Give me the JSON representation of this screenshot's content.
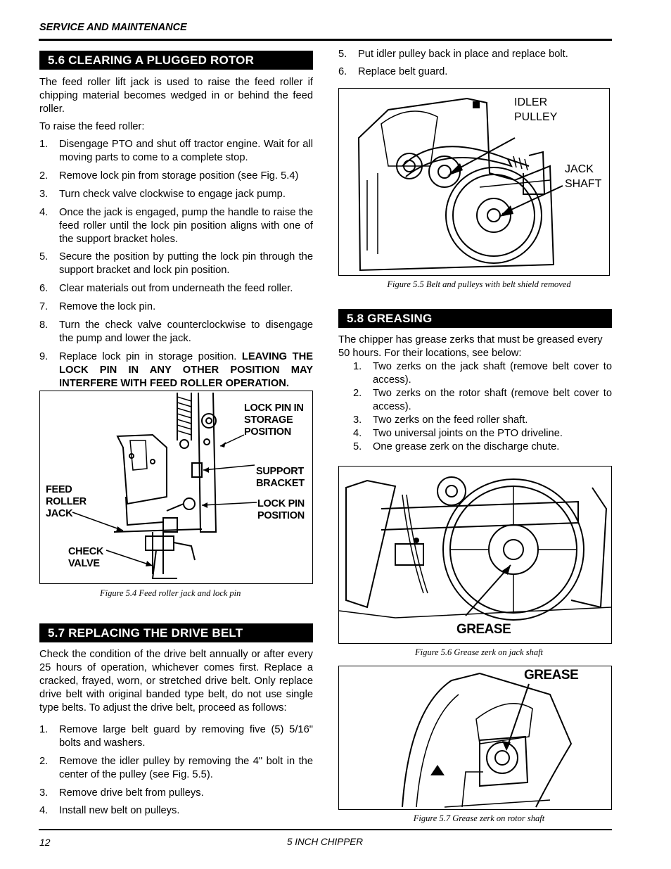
{
  "header": {
    "title": "SERVICE AND MAINTENANCE"
  },
  "footer": {
    "page": "12",
    "title": "5 INCH CHIPPER"
  },
  "s56": {
    "heading": "5.6  CLEARING A PLUGGED ROTOR",
    "intro": "The feed roller lift jack is used to raise the feed roller if chipping material becomes wedged in or behind the feed roller.",
    "lead": "To raise the feed roller:",
    "steps": [
      "Disengage PTO and shut off tractor engine. Wait for all moving parts to come to a complete stop.",
      "Remove lock pin from storage position (see Fig. 5.4)",
      "Turn check valve clockwise to engage jack pump.",
      "Once the jack is engaged, pump the handle to raise the feed roller until the lock pin position aligns with one of the support bracket holes.",
      "Secure the position by putting the lock pin through the support bracket and lock pin position.",
      "Clear materials out from underneath the feed roller.",
      "Remove the lock pin.",
      "Turn the check valve counterclockwise to disengage the pump and lower the jack.",
      "Replace lock pin in storage position. "
    ],
    "step9_warning": "LEAVING THE LOCK PIN IN ANY OTHER POSITION MAY INTERFERE WITH FEED ROLLER OPERATION."
  },
  "fig54": {
    "caption": "Figure 5.4  Feed roller jack and lock pin",
    "labels": {
      "lockpin_storage": "LOCK PIN IN STORAGE POSITION",
      "support_bracket": "SUPPORT BRACKET",
      "lockpin_position": "LOCK PIN POSITION",
      "feed_roller_jack": "FEED ROLLER JACK",
      "check_valve": "CHECK VALVE"
    }
  },
  "s57": {
    "heading": "5.7  REPLACING THE DRIVE BELT",
    "intro": "Check the condition of the drive belt annually or after every 25 hours of operation, whichever comes first.  Replace a cracked, frayed, worn, or stretched drive belt.  Only replace drive belt with original banded type belt, do not use single type belts.  To adjust the drive belt, proceed as follows:",
    "steps": [
      "Remove large belt guard by removing five (5) 5/16\" bolts and washers.",
      "Remove the idler pulley by removing the 4\" bolt in the center of the pulley (see Fig. 5.5).",
      "Remove drive belt from pulleys.",
      "Install new belt on pulleys.",
      "Put idler pulley back in place and replace bolt.",
      "Replace belt guard."
    ]
  },
  "fig55": {
    "caption": "Figure 5.5   Belt and pulleys with belt shield removed",
    "labels": {
      "idler_pulley": "IDLER PULLEY",
      "jack_shaft": "JACK SHAFT"
    }
  },
  "s58": {
    "heading": "5.8  GREASING",
    "intro": "The chipper has grease zerks that must be greased every 50 hours. For their locations, see below:",
    "steps": [
      "Two zerks on the jack shaft (remove belt cover to access).",
      "Two zerks on the rotor shaft (remove belt cover to access).",
      "Two zerks on the feed roller shaft.",
      "Two universal joints on the PTO driveline.",
      "One grease zerk on the discharge chute."
    ]
  },
  "fig56": {
    "caption": "Figure 5.6  Grease zerk on jack shaft",
    "label": "GREASE"
  },
  "fig57": {
    "caption": "Figure 5.7 Grease zerk on rotor shaft",
    "label": "GREASE"
  }
}
